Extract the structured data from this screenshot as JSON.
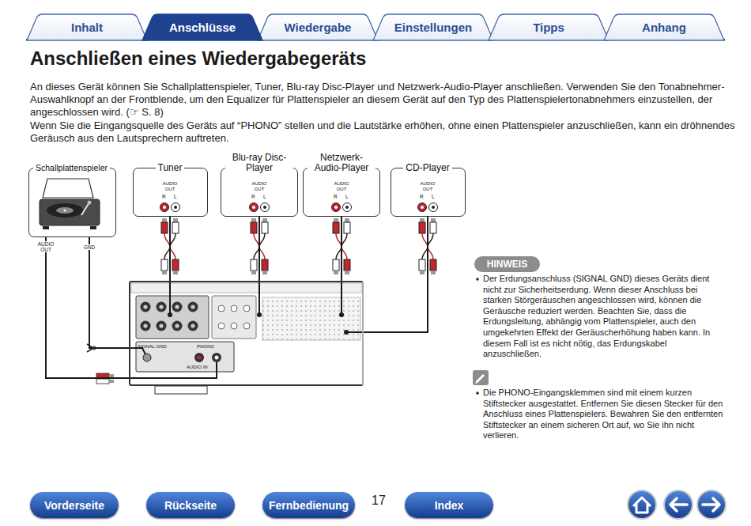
{
  "diagram": {
    "title": "Anschließen eines Wiedergabegeräts",
    "nodes": [
      {
        "text": [
          "Inhalt"
        ]
      },
      {
        "text": [
          "Anschlüsse"
        ]
      },
      {
        "text": [
          "Wiedergabe"
        ]
      },
      {
        "text": [
          "Einstellungen"
        ]
      },
      {
        "text": [
          "Tipps"
        ]
      },
      {
        "text": [
          "Anhang"
        ]
      },
      {
        "text": [
          "Schallplattenspieler"
        ]
      },
      {
        "text": [
          "Tuner",
          "AUDIO OUT",
          "R",
          "L"
        ]
      },
      {
        "text": [
          "Blu-ray Disc-Player",
          "AUDIO OUT",
          "R",
          "L"
        ]
      },
      {
        "text": [
          "Netzwerk- Audio-Player",
          "AUDIO OUT",
          "R",
          "L"
        ]
      },
      {
        "text": [
          "CD-Player",
          "AUDIO OUT",
          "R",
          "L"
        ]
      },
      {
        "text": [
          "SIGNAL GND",
          "PHONO",
          "AUDIO IN"
        ]
      },
      {
        "text": [
          "HINWEIS"
        ]
      },
      {
        "text": [
          "Vorderseite"
        ]
      },
      {
        "text": [
          "Rückseite"
        ]
      },
      {
        "text": [
          "Fernbedienung"
        ]
      },
      {
        "text": [
          "Index"
        ]
      }
    ],
    "edges": [
      {
        "from": 6,
        "to": 11,
        "arrow": "none"
      },
      {
        "from": 6,
        "to": 11,
        "arrow": "none"
      },
      {
        "from": 7,
        "to": 11,
        "arrow": "none"
      },
      {
        "from": 8,
        "to": 11,
        "arrow": "none"
      },
      {
        "from": 9,
        "to": 11,
        "arrow": "none"
      },
      {
        "from": 10,
        "to": 11,
        "arrow": "none"
      }
    ],
    "labels": [
      "An dieses Gerät können Sie Schallplattenspieler, Tuner, Blu-ray Disc-Player und Netzwerk-Audio-Player anschließen. Verwenden Sie den Tonabnehmer-Auswahlknopf an der Frontblende, um den Equalizer für Plattenspieler an diesem Gerät auf den Typ des Plattenspielertonabnehmers einzustellen, der angeschlossen wird. (☞ S. 8)",
      "Wenn Sie die Eingangsquelle des Geräts auf “PHONO” stellen und die Lautstärke erhöhen, ohne einen Plattenspieler anzuschließen, kann ein dröhnendes Geräusch aus den Lautsprechern auftreten.",
      "AUDIO OUT",
      "GND",
      "Der Erdungsanschluss (SIGNAL GND) dieses Geräts dient nicht zur Sicherheitserdung. Wenn dieser Anschluss bei starken Störgeräuschen angeschlossen wird, können die Geräusche reduziert werden. Beachten Sie, dass die Erdungsleitung, abhängig vom Plattenspieler, auch den umgekehrten Effekt der Geräuscherhöhung haben kann. In diesem Fall ist es nicht nötig, das Erdungskabel anzuschließen.",
      "Die PHONO-Eingangsklemmen sind mit einem kurzen Stiftstecker ausgestattet. Entfernen Sie diesen Stecker für den Anschluss eines Plattenspielers. Bewahren Sie den entfernten Stiftstecker an einem sicheren Ort auf, wo Sie ihn nicht verlieren.",
      "17"
    ]
  }
}
